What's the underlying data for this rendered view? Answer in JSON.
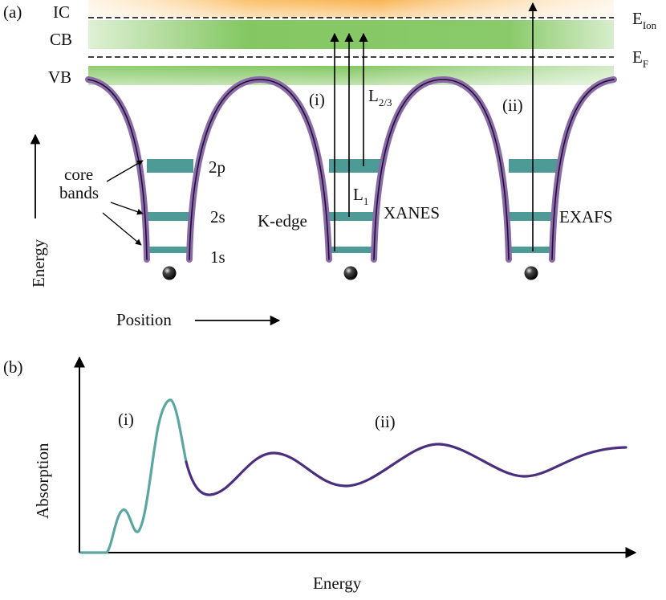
{
  "panel_a": {
    "tag": "(a)",
    "bands": {
      "ic": "IC",
      "cb": "CB",
      "vb": "VB"
    },
    "levels": {
      "e_ion_main": "E",
      "e_ion_sub": "Ion",
      "e_f_main": "E",
      "e_f_sub": "F"
    },
    "core_levels": {
      "p2": "2p",
      "s2": "2s",
      "s1": "1s"
    },
    "core_bands_line1": "core",
    "core_bands_line2": "bands",
    "region_i": "(i)",
    "region_ii": "(ii)",
    "l23_main": "L",
    "l23_sub": "2/3",
    "l1_main": "L",
    "l1_sub": "1",
    "k_edge": "K-edge",
    "xanes": "XANES",
    "exafs": "EXAFS",
    "y_axis": "Energy",
    "x_axis": "Position"
  },
  "panel_b": {
    "tag": "(b)",
    "y_axis": "Absorption",
    "x_axis": "Energy",
    "region_i": "(i)",
    "region_ii": "(ii)"
  },
  "colors": {
    "band_green": "#7dc45a",
    "ic_orange": "#f9b04a",
    "core_teal": "#4e9a96",
    "potential_purple": "#8a6aa8",
    "curve_teal": "#5aa6a2",
    "curve_purple": "#4b2f7e"
  }
}
